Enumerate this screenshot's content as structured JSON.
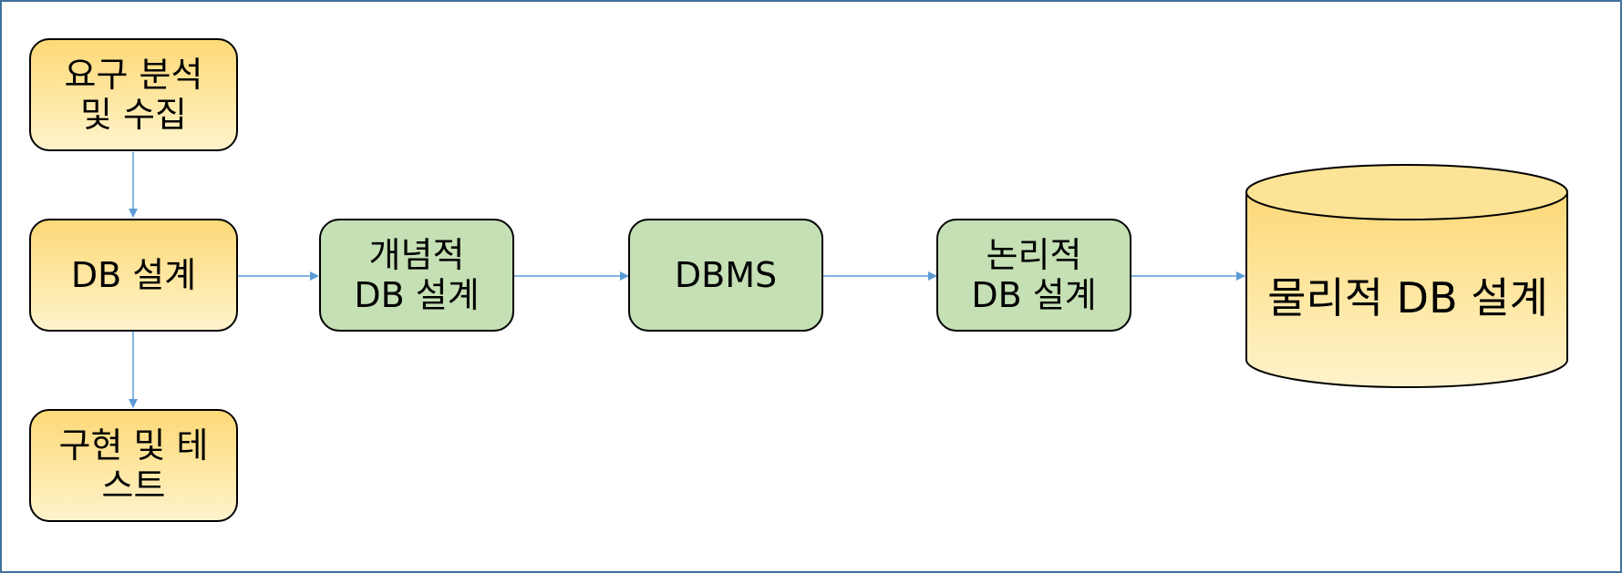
{
  "diagram": {
    "nodes": [
      {
        "id": "requirements",
        "label": "요구 분석\n및 수집",
        "color": "#fdd978"
      },
      {
        "id": "db-design",
        "label": "DB 설계",
        "color": "#fdd978"
      },
      {
        "id": "implementation",
        "label": "구현 및 테\n스트",
        "color": "#fdd978"
      },
      {
        "id": "conceptual",
        "label": "개념적\nDB 설계",
        "color": "#c5e0b4"
      },
      {
        "id": "dbms",
        "label": "DBMS",
        "color": "#c5e0b4"
      },
      {
        "id": "logical",
        "label": "논리적\nDB 설계",
        "color": "#c5e0b4"
      },
      {
        "id": "physical",
        "label": "물리적 DB 설계",
        "color": "#fdd978",
        "shape": "cylinder"
      }
    ],
    "edges": [
      {
        "from": "requirements",
        "to": "db-design"
      },
      {
        "from": "db-design",
        "to": "implementation"
      },
      {
        "from": "db-design",
        "to": "conceptual"
      },
      {
        "from": "conceptual",
        "to": "dbms"
      },
      {
        "from": "dbms",
        "to": "logical"
      },
      {
        "from": "logical",
        "to": "physical"
      }
    ],
    "edge_color": "#5b9bd5"
  }
}
